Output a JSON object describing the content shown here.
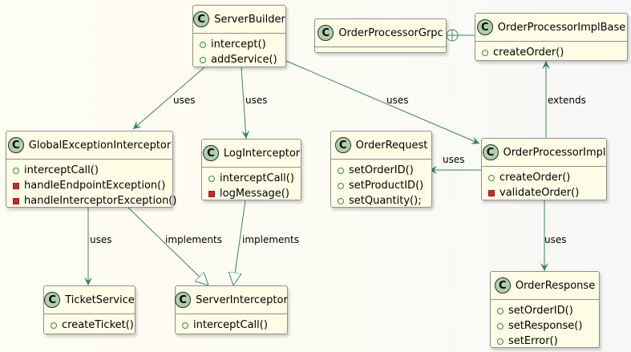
{
  "colors": {
    "edge": "#2e8b57",
    "class_bg": "#fefee6",
    "badge": "#adcfae",
    "private_marker": "#c82930"
  },
  "classes": {
    "server_builder": {
      "name": "ServerBuilder",
      "badge": "C",
      "methods": [
        {
          "vis": "public",
          "text": "intercept()"
        },
        {
          "vis": "public",
          "text": "addService()"
        }
      ]
    },
    "order_processor_grpc": {
      "name": "OrderProcessorGrpc",
      "badge": "C",
      "methods": []
    },
    "order_processor_impl_base": {
      "name": "OrderProcessorImplBase",
      "badge": "C",
      "methods": [
        {
          "vis": "public",
          "text": "createOrder()"
        }
      ]
    },
    "global_exception_interceptor": {
      "name": "GlobalExceptionInterceptor",
      "badge": "C",
      "methods": [
        {
          "vis": "public",
          "text": "interceptCall()"
        },
        {
          "vis": "private",
          "text": "handleEndpointException()"
        },
        {
          "vis": "private",
          "text": "handleInterceptorException()"
        }
      ]
    },
    "log_interceptor": {
      "name": "LogInterceptor",
      "badge": "C",
      "methods": [
        {
          "vis": "public",
          "text": "interceptCall()"
        },
        {
          "vis": "private",
          "text": "logMessage()"
        }
      ]
    },
    "order_request": {
      "name": "OrderRequest",
      "badge": "C",
      "methods": [
        {
          "vis": "public",
          "text": "setOrderID()"
        },
        {
          "vis": "public",
          "text": "setProductID()"
        },
        {
          "vis": "public",
          "text": "setQuantity();"
        }
      ]
    },
    "order_processor_impl": {
      "name": "OrderProcessorImpl",
      "badge": "C",
      "methods": [
        {
          "vis": "public",
          "text": "createOrder()"
        },
        {
          "vis": "private",
          "text": "validateOrder()"
        }
      ]
    },
    "ticket_service": {
      "name": "TicketService",
      "badge": "C",
      "methods": [
        {
          "vis": "public",
          "text": "createTicket()"
        }
      ]
    },
    "server_interceptor": {
      "name": "ServerInterceptor",
      "badge": "C",
      "methods": [
        {
          "vis": "public",
          "text": "interceptCall()"
        }
      ]
    },
    "order_response": {
      "name": "OrderResponse",
      "badge": "C",
      "methods": [
        {
          "vis": "public",
          "text": "setOrderID()"
        },
        {
          "vis": "public",
          "text": "setResponse()"
        },
        {
          "vis": "public",
          "text": "setError()"
        }
      ]
    }
  },
  "edges": {
    "sb_to_gei": "uses",
    "sb_to_log": "uses",
    "sb_to_opi": "uses",
    "opi_to_base": "extends",
    "opi_to_req": "uses",
    "opi_to_resp": "uses",
    "gei_to_ticket": "uses",
    "gei_to_si": "implements",
    "log_to_si": "implements"
  }
}
